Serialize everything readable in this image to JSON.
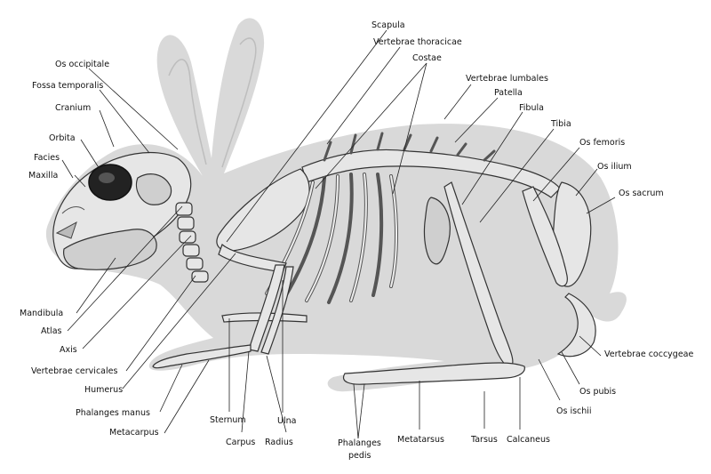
{
  "labels": {
    "scapula": "Scapula",
    "vertebrae_thoracicae": "Vertebrae thoracicae",
    "costae": "Costae",
    "vertebrae_lumbales": "Vertebrae lumbales",
    "patella": "Patella",
    "fibula": "Fibula",
    "tibia": "Tibia",
    "os_femoris": "Os femoris",
    "os_ilium": "Os ilium",
    "os_sacrum": "Os sacrum",
    "os_occipitale": "Os occipitale",
    "fossa_temporalis": "Fossa temporalis",
    "cranium": "Cranium",
    "orbita": "Orbita",
    "facies": "Facies",
    "maxilla": "Maxilla",
    "mandibula": "Mandibula",
    "atlas": "Atlas",
    "axis": "Axis",
    "vertebrae_cervicales": "Vertebrae cervicales",
    "humerus": "Humerus",
    "phalanges_manus": "Phalanges manus",
    "metacarpus": "Metacarpus",
    "sternum": "Sternum",
    "carpus": "Carpus",
    "ulna": "Ulna",
    "radius": "Radius",
    "phalanges_pedis_1": "Phalanges",
    "phalanges_pedis_2": "pedis",
    "metatarsus": "Metatarsus",
    "tarsus": "Tarsus",
    "calcaneus": "Calcaneus",
    "os_ischii": "Os ischii",
    "os_pubis": "Os pubis",
    "vertebrae_coccygeae": "Vertebrae coccygeae"
  },
  "colors": {
    "silhouette": "#d9d9d9",
    "bone": "#e6e6e6",
    "outline": "#333333"
  }
}
